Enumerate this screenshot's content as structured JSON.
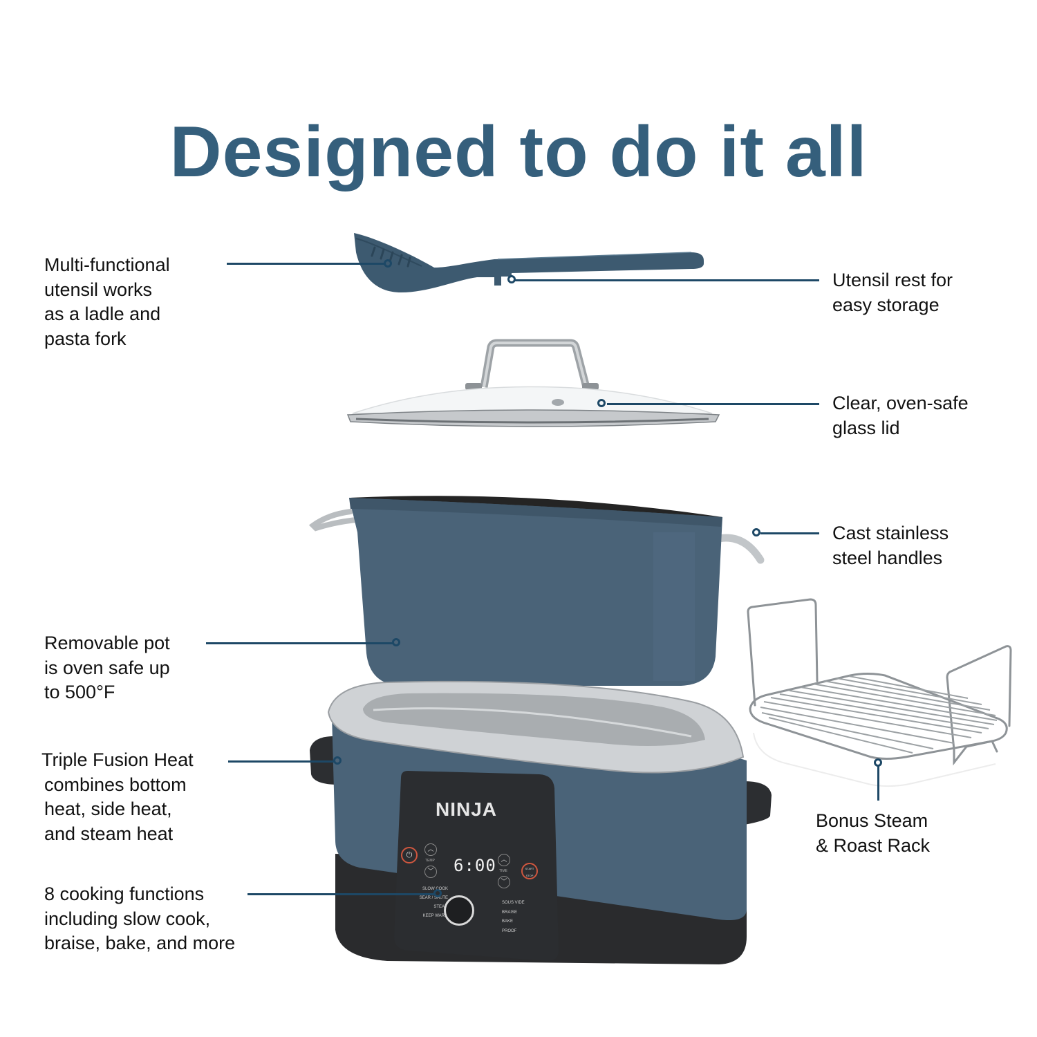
{
  "header": {
    "title": "Designed to do it all"
  },
  "colors": {
    "title": "#355f7c",
    "leader_line": "#1d4866",
    "pot_blue": "#4a6378",
    "body_text": "#111111",
    "control_panel": "#2b2d30",
    "button_ring_red": "#d0573f"
  },
  "callouts": {
    "utensil": {
      "lines": [
        "Multi-functional",
        "utensil works",
        "as a ladle and",
        "pasta fork"
      ]
    },
    "utensil_rest": {
      "lines": [
        "Utensil rest for",
        "easy storage"
      ]
    },
    "glass_lid": {
      "lines": [
        "Clear, oven-safe",
        "glass lid"
      ]
    },
    "handles": {
      "lines": [
        "Cast stainless",
        "steel handles"
      ]
    },
    "removable_pot": {
      "lines": [
        "Removable pot",
        "is oven safe up",
        "to 500°F"
      ]
    },
    "triple_fusion": {
      "lines": [
        "Triple Fusion Heat",
        "combines bottom",
        "heat, side heat,",
        "and steam heat"
      ]
    },
    "functions": {
      "lines": [
        "8 cooking functions",
        "including slow cook,",
        "braise, bake, and more"
      ]
    },
    "rack": {
      "lines": [
        "Bonus Steam",
        "& Roast Rack"
      ]
    }
  },
  "appliance": {
    "brand": "NINJA",
    "display": "6:00",
    "temp_label": "TEMP",
    "time_label": "TIME",
    "start_stop_label": "START STOP",
    "left_functions": [
      "SLOW COOK",
      "SEAR / SAUTE",
      "STEAM",
      "KEEP WARM"
    ],
    "right_functions": [
      "SOUS VIDE",
      "BRAISE",
      "BAKE",
      "PROOF"
    ]
  },
  "icons": {
    "power": "power-icon",
    "up": "chevron-up-icon",
    "down": "chevron-down-icon",
    "dial": "dial-knob-icon"
  }
}
